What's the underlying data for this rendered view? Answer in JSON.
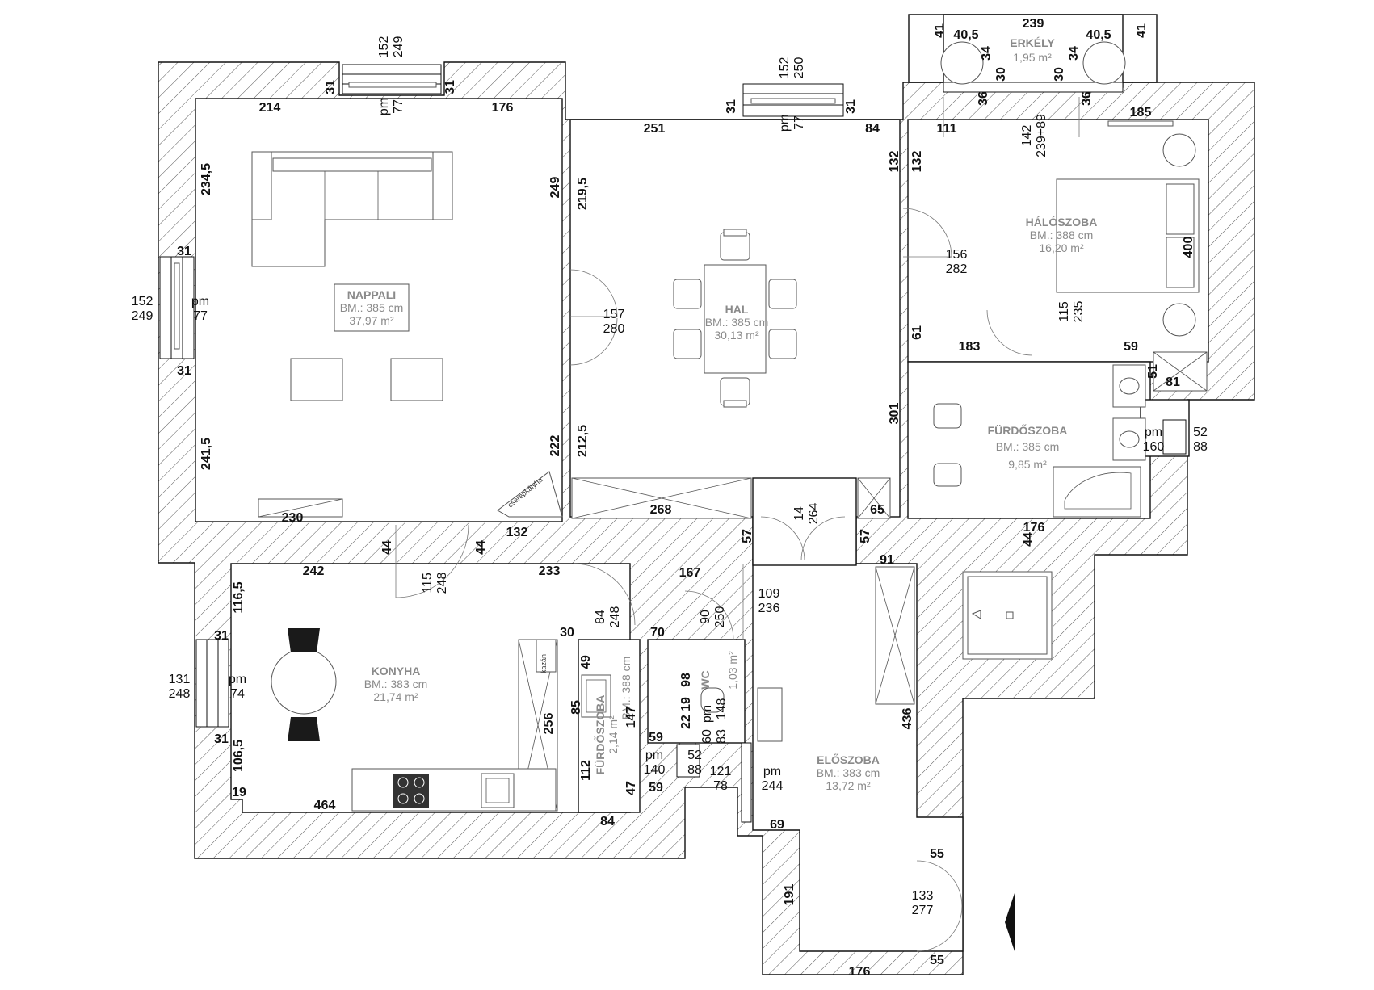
{
  "rooms": {
    "nappali": {
      "name": "NAPPALI",
      "height": "BM.: 385 cm",
      "area": "37,97 m²"
    },
    "hal": {
      "name": "HAL",
      "height": "BM.: 385 cm",
      "area": "30,13 m²"
    },
    "haloszoba": {
      "name": "HÁLÓSZOBA",
      "height": "BM.: 388 cm",
      "area": "16,20 m²"
    },
    "erkely": {
      "name": "ERKÉLY",
      "area": "1,95 m²"
    },
    "furdo1": {
      "name": "FÜRDŐSZOBA",
      "height": "BM.: 385 cm",
      "area": "9,85 m²"
    },
    "konyha": {
      "name": "KONYHA",
      "height": "BM.: 383 cm",
      "area": "21,74 m²"
    },
    "furdo2": {
      "name": "FÜRDŐSZOBA",
      "height": "BM.: 388 cm",
      "area": "2,14 m²"
    },
    "wc": {
      "name": "WC",
      "area": "1,03 m²"
    },
    "eloszoba": {
      "name": "ELŐSZOBA",
      "height": "BM.: 383 cm",
      "area": "13,72 m²"
    }
  },
  "labels": {
    "kazan": "kazán",
    "cserepkalyha": "cserépkályha"
  },
  "dims": {
    "d214": "214",
    "d176a": "176",
    "d251": "251",
    "d84a": "84",
    "d111": "111",
    "d185": "185",
    "d239": "239",
    "d405a": "40,5",
    "d405b": "40,5",
    "d41a": "41",
    "d41b": "41",
    "d34a": "34",
    "d34b": "34",
    "d30a": "30",
    "d30b": "30",
    "d36a": "36",
    "d36b": "36",
    "d31a": "31",
    "d31b": "31",
    "d31c": "31",
    "d31d": "31",
    "d31e": "31",
    "d31f": "31",
    "d31g": "31",
    "d31h": "31",
    "d2345": "234,5",
    "d249": "249",
    "d2195": "219,5",
    "d132a": "132",
    "d132b": "132",
    "d400": "400",
    "d2415": "241,5",
    "d222": "222",
    "d2125": "212,5",
    "d301": "301",
    "d61": "61",
    "d183": "183",
    "d59a": "59",
    "d51": "51",
    "d81": "81",
    "d268": "268",
    "d65": "65",
    "d176b": "176",
    "d44a": "44",
    "d44b": "44",
    "d44c": "44",
    "d132c": "132",
    "d57a": "57",
    "d57b": "57",
    "d242": "242",
    "d233": "233",
    "d167": "167",
    "d91": "91",
    "d1165": "116,5",
    "d1065": "106,5",
    "d19a": "19",
    "d464": "464",
    "d256": "256",
    "d30c": "30",
    "d49": "49",
    "d70": "70",
    "d85": "85",
    "d98": "98",
    "d19b": "19",
    "d22": "22",
    "d147": "147",
    "d59b": "59",
    "d59c": "59",
    "d47": "47",
    "d112": "112",
    "d84b": "84",
    "d436": "436",
    "d69": "69",
    "d55a": "55",
    "d55b": "55",
    "d191": "191",
    "d176c": "176",
    "d230": "230"
  },
  "openings": {
    "w1": [
      "152",
      "249",
      "pm",
      "77"
    ],
    "w2": [
      "152",
      "250",
      "pm",
      "77"
    ],
    "w3": [
      "152",
      "249",
      "pm",
      "77"
    ],
    "w4": [
      "131",
      "248",
      "pm",
      "74"
    ],
    "w5": [
      "pm",
      "160",
      "52",
      "88"
    ],
    "w6": [
      "pm",
      "140",
      "52",
      "88"
    ],
    "balcony_door": [
      "142",
      "239+89"
    ],
    "door_nh": [
      "157",
      "280"
    ],
    "door_hb": [
      "156",
      "282"
    ],
    "door_bb": [
      "115",
      "235"
    ],
    "door_nk": [
      "115",
      "248"
    ],
    "door_hall": [
      "14",
      "264"
    ],
    "door_fk": [
      "84",
      "248"
    ],
    "door_wc": [
      "90",
      "250"
    ],
    "door_ent": [
      "109",
      "236"
    ],
    "door_ent2": [
      "121",
      "78"
    ],
    "window_e": [
      "pm",
      "244"
    ],
    "wc_win": [
      "pm",
      "60",
      "83",
      "148"
    ],
    "main_door": [
      "133",
      "277"
    ]
  }
}
